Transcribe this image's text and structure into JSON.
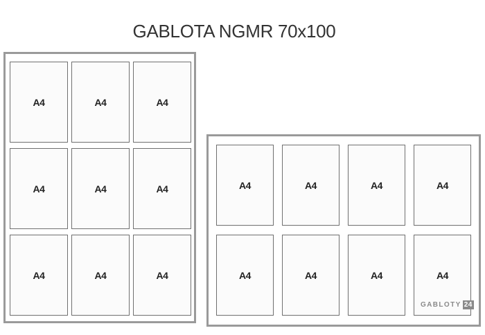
{
  "title": "GABLOTA NGMR 70x100",
  "sheet_label": "A4",
  "brand": {
    "name": "GABLOTY",
    "badge": "24"
  },
  "colors": {
    "frame": "#9a9a9a",
    "sheet_border": "#6f6f6f",
    "text": "#333333"
  },
  "portrait_sheets": [
    "A4",
    "A4",
    "A4",
    "A4",
    "A4",
    "A4",
    "A4",
    "A4",
    "A4"
  ],
  "landscape_sheets": [
    "A4",
    "A4",
    "A4",
    "A4",
    "A4",
    "A4",
    "A4",
    "A4"
  ]
}
